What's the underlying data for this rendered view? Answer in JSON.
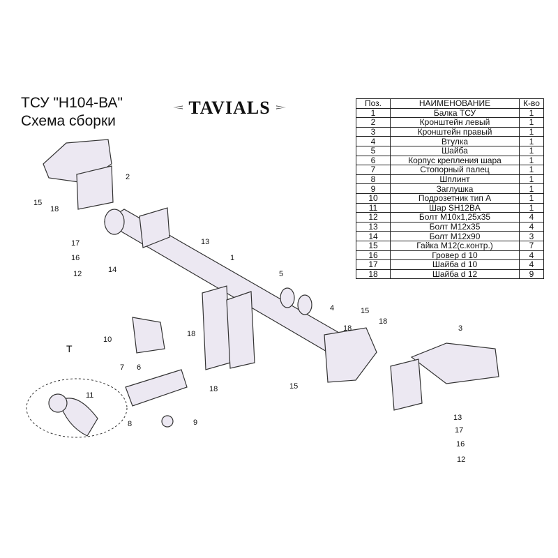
{
  "title": {
    "line1": "ТСУ  \"Н104-ВА\"",
    "line2": "Схема сборки"
  },
  "logo": {
    "text": "TAVIALS"
  },
  "parts_table": {
    "headers": [
      "Поз.",
      "НАИМЕНОВАНИЕ",
      "К-во"
    ],
    "rows": [
      [
        "1",
        "Балка ТСУ",
        "1"
      ],
      [
        "2",
        "Кронштейн левый",
        "1"
      ],
      [
        "3",
        "Кронштейн правый",
        "1"
      ],
      [
        "4",
        "Втулка",
        "1"
      ],
      [
        "5",
        "Шайба",
        "1"
      ],
      [
        "6",
        "Корпус крепления шара",
        "1"
      ],
      [
        "7",
        "Стопорный палец",
        "1"
      ],
      [
        "8",
        "Шплинт",
        "1"
      ],
      [
        "9",
        "Заглушка",
        "1"
      ],
      [
        "10",
        "Подрозетник тип А",
        "1"
      ],
      [
        "11",
        "Шар SH12BA",
        "1"
      ],
      [
        "12",
        "Болт М10х1,25х35",
        "4"
      ],
      [
        "13",
        "Болт М12х35",
        "4"
      ],
      [
        "14",
        "Болт М12х90",
        "3"
      ],
      [
        "15",
        "Гайка М12(с.контр.)",
        "7"
      ],
      [
        "16",
        "Гровер d 10",
        "4"
      ],
      [
        "17",
        "Шайба d 10",
        "4"
      ],
      [
        "18",
        "Шайба d 12",
        "9"
      ]
    ]
  },
  "callouts": {
    "c1": "1",
    "c2": "2",
    "c3": "3",
    "c4": "4",
    "c5": "5",
    "c6": "6",
    "c7": "7",
    "c8": "8",
    "c9": "9",
    "c10": "10",
    "c11": "11",
    "cT": "T",
    "c12a": "12",
    "c12b": "12",
    "c13a": "13",
    "c13b": "13",
    "c14": "14",
    "c15a": "15",
    "c15b": "15",
    "c15c": "15",
    "c16a": "16",
    "c16b": "16",
    "c17a": "17",
    "c17b": "17",
    "c18a": "18",
    "c18b": "18",
    "c18c": "18",
    "c18d": "18",
    "c18e": "18"
  }
}
